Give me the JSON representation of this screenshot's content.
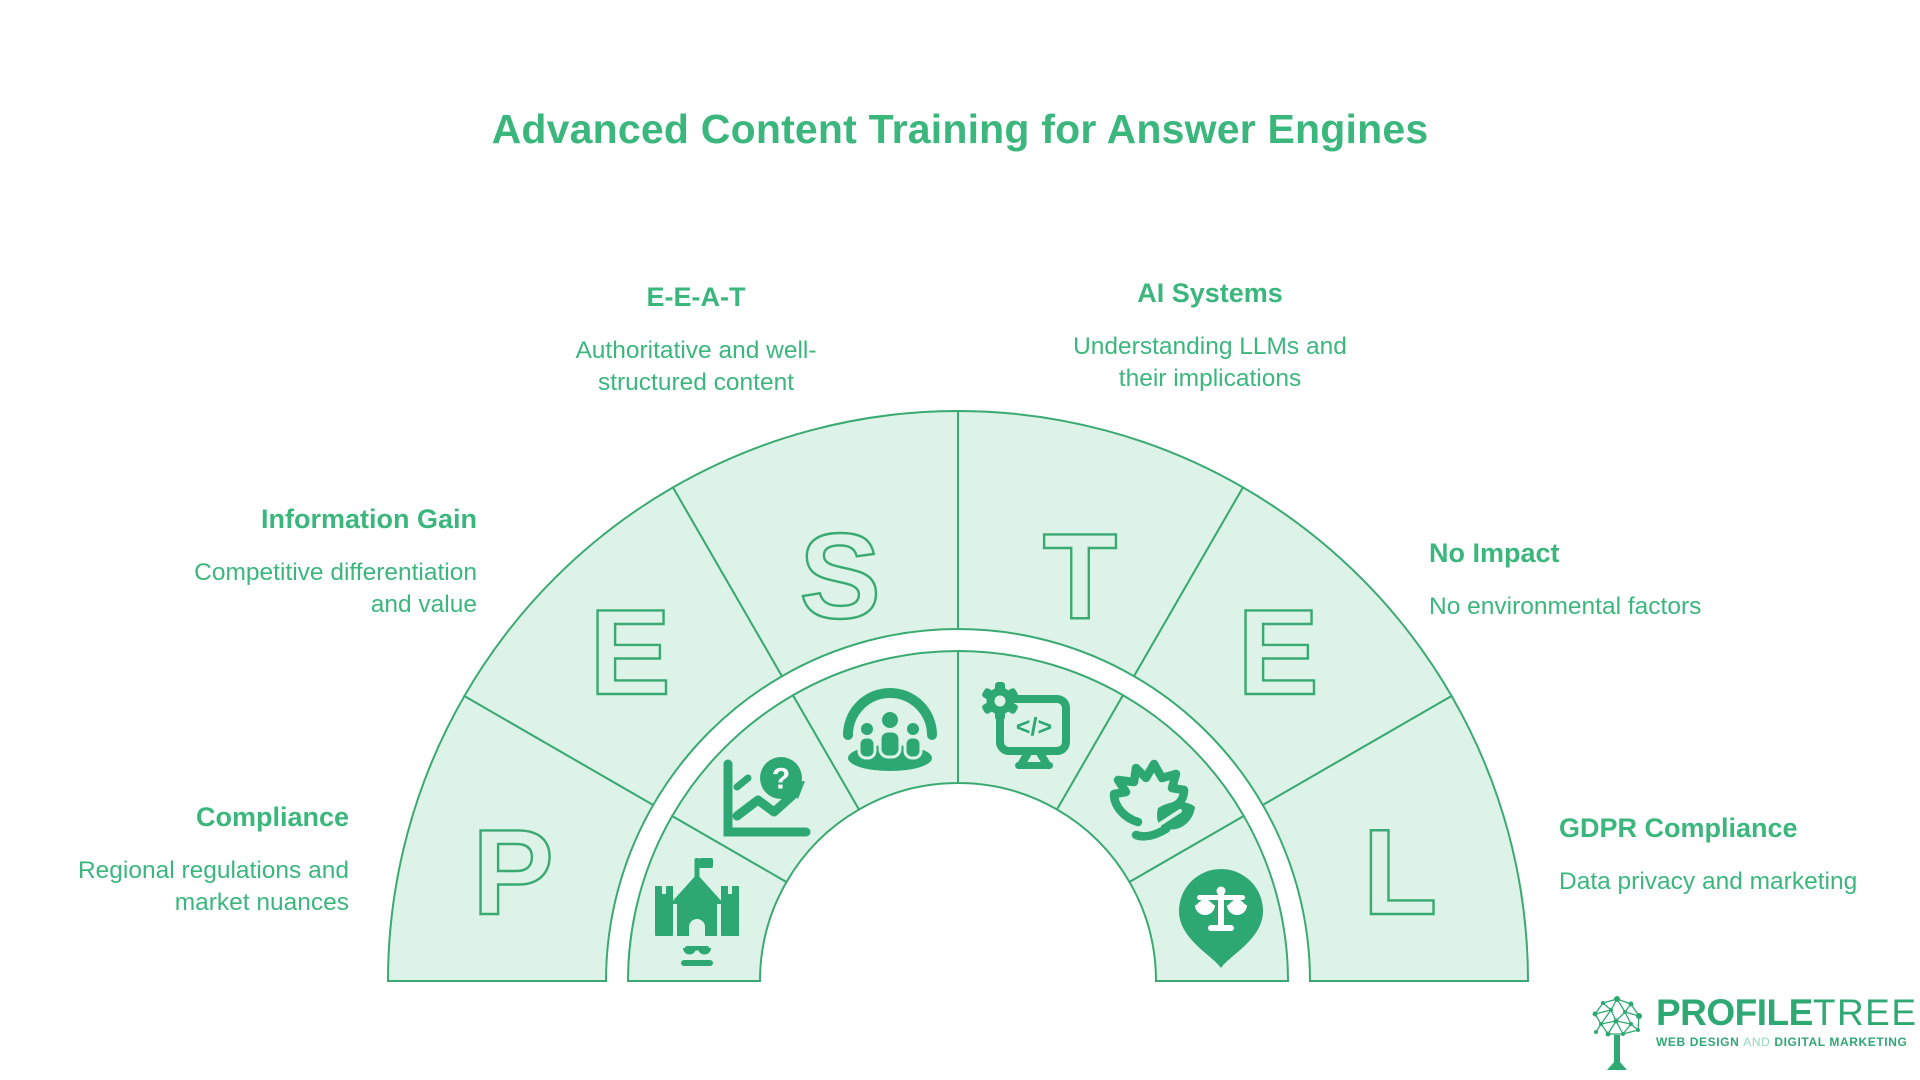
{
  "title": "Advanced Content Training for Answer Engines",
  "colors": {
    "accent_text_green": "#3bb77d",
    "segment_fill_light": "#ddf3e8",
    "segment_stroke_green": "#3aaa72",
    "icon_solid_green": "#2ea873",
    "background": "#ffffff"
  },
  "diagram": {
    "type": "pestel-semicircle",
    "segments": [
      {
        "letter": "P",
        "label": "Compliance",
        "description": "Regional regulations and\nmarket nuances",
        "icon": "government-building-icon"
      },
      {
        "letter": "E",
        "label": "Information Gain",
        "description": "Competitive differentiation\nand value",
        "icon": "chart-question-icon"
      },
      {
        "letter": "S",
        "label": "E-E-A-T",
        "description": "Authoritative and well-\nstructured content",
        "icon": "people-group-icon"
      },
      {
        "letter": "T",
        "label": "AI Systems",
        "description": "Understanding LLMs and\ntheir implications",
        "icon": "monitor-code-icon"
      },
      {
        "letter": "E",
        "label": "No Impact",
        "description": "No environmental factors",
        "icon": "leaf-icon"
      },
      {
        "letter": "L",
        "label": "GDPR Compliance",
        "description": "Data privacy and marketing",
        "icon": "scales-pin-icon"
      }
    ],
    "glyphs": {
      "question": "?",
      "code": "</>"
    }
  },
  "logo": {
    "brand_primary": "PROFILE",
    "brand_secondary": "TREE",
    "tagline_web": "WEB DESIGN",
    "tagline_and": "AND",
    "tagline_digital": "DIGITAL MARKETING"
  }
}
